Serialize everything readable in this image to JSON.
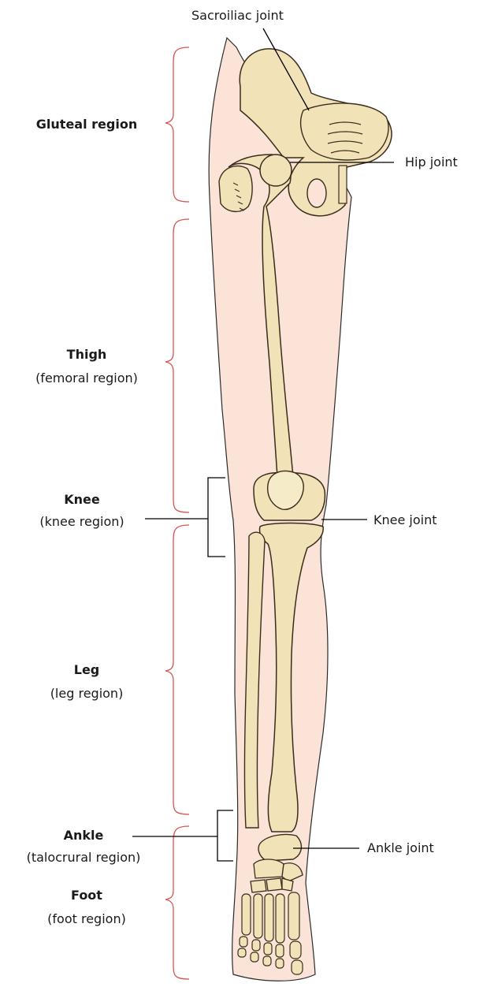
{
  "regions": [
    {
      "id": "gluteal",
      "name": "Gluteal region",
      "sub": ""
    },
    {
      "id": "thigh",
      "name": "Thigh",
      "sub": "(femoral region)"
    },
    {
      "id": "knee",
      "name": "Knee",
      "sub": "(knee region)"
    },
    {
      "id": "leg",
      "name": "Leg",
      "sub": "(leg region)"
    },
    {
      "id": "ankle",
      "name": "Ankle",
      "sub": "(talocrural region)"
    },
    {
      "id": "foot",
      "name": "Foot",
      "sub": "(foot region)"
    }
  ],
  "joints": {
    "sacroiliac": "Sacroiliac joint",
    "hip": "Hip joint",
    "knee": "Knee joint",
    "ankle": "Ankle joint"
  },
  "colors": {
    "skin": "#fbe3d7",
    "bone": "#f1e2b8",
    "bone_outline": "#3b2d1c",
    "region_brace": "#d9534f",
    "leader": "#000000"
  }
}
